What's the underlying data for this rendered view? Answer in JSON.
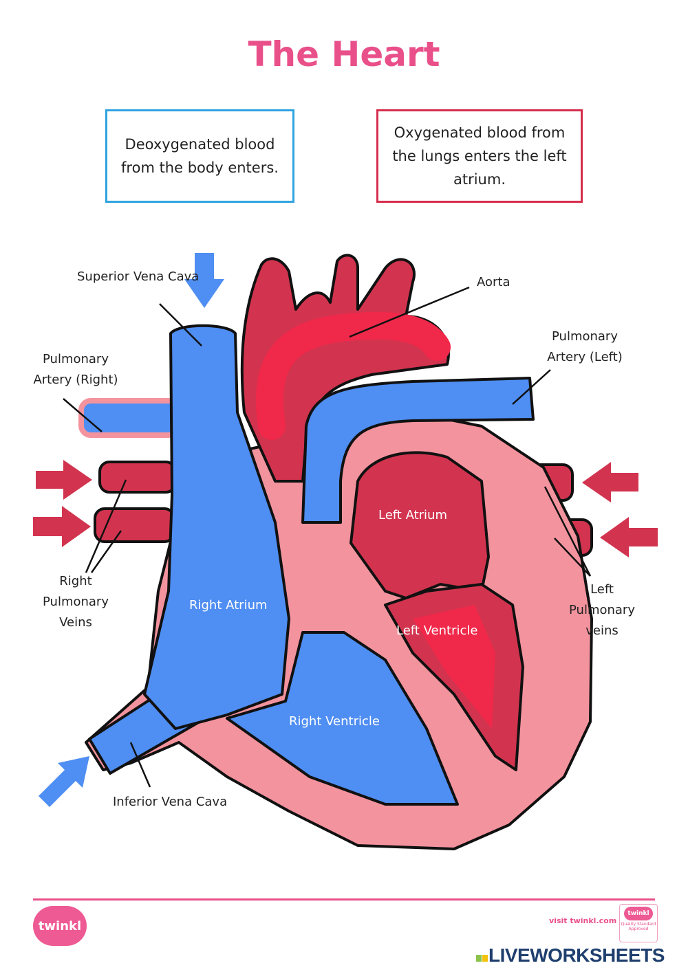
{
  "title": "The Heart",
  "boxes": {
    "deoxygenated": "Deoxygenated blood from the body enters.",
    "oxygenated": "Oxygenated blood from the lungs enters the left atrium."
  },
  "labels": {
    "superior_vena_cava": "Superior Vena Cava",
    "aorta": "Aorta",
    "pulmonary_artery_left": "Pulmonary Artery (Left)",
    "pulmonary_artery_right": "Pulmonary Artery (Right)",
    "left_atrium": "Left Atrium",
    "right_atrium": "Right Atrium",
    "left_ventricle": "Left Ventricle",
    "right_ventricle": "Right Ventricle",
    "right_pulmonary_veins": "Right Pulmonary Veins",
    "left_pulmonary_veins": "Left Pulmonary veins",
    "inferior_vena_cava": "Inferior Vena Cava"
  },
  "footer": {
    "brand": "twinkl",
    "visit": "visit twinkl.com",
    "badge_brand": "twinkl",
    "badge_text": "Quality Standard Approved",
    "watermark": "LIVEWORKSHEETS"
  },
  "colors": {
    "blue": "#4f8ef2",
    "red": "#d2344f",
    "pink": "#f3939e",
    "bright_red": "#f0284a",
    "title": "#e9508a"
  }
}
